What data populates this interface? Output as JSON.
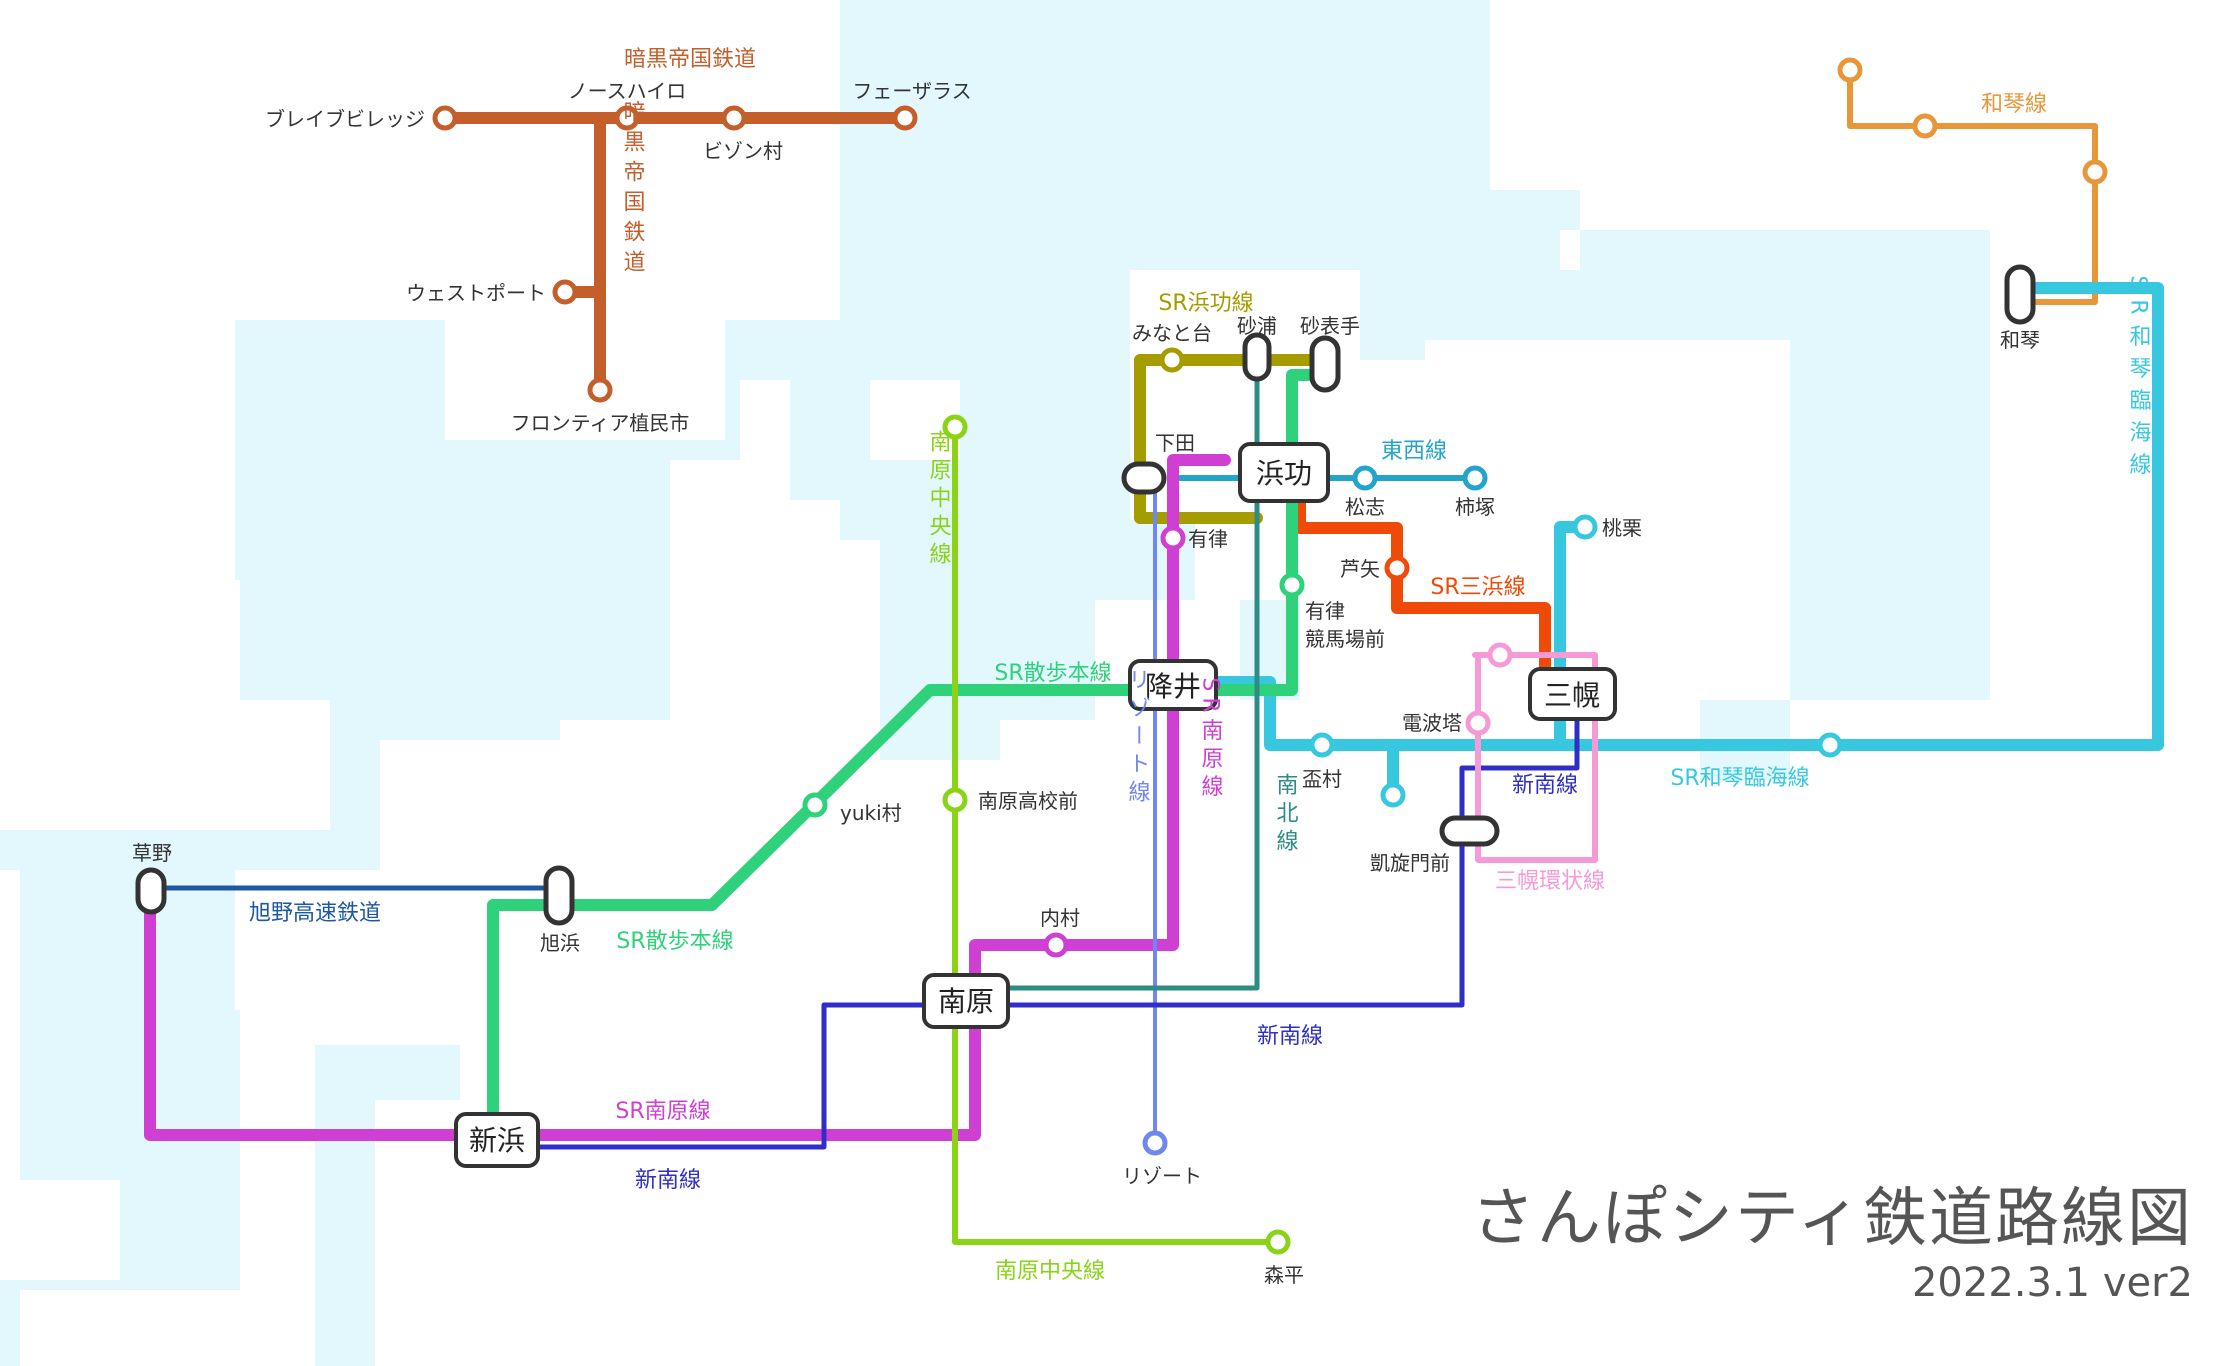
{
  "map_title": "さんぽシティ鉄道路線図",
  "version": "2022.3.1 ver2",
  "colors": {
    "water": "#e2f8fd",
    "land": "#ffffff",
    "dark_empire": "#c45f2c",
    "wakoto": "#e7963a",
    "wakoto_rinkai": "#37c8e0",
    "hamako": "#a59c00",
    "tozai": "#22a5c9",
    "sanhama": "#f04a08",
    "sanpo": "#2fd17a",
    "minamihara": "#cf3fd3",
    "minamihara_chuo": "#8ad317",
    "resort": "#6f87f0",
    "nanboku": "#2d8c86",
    "shinnan": "#2f2fc8",
    "kanjo": "#f59ad6",
    "asahino": "#1d58a2"
  },
  "lines": {
    "dark_empire": "暗黒帝国鉄道",
    "wakoto": "和琴線",
    "wakoto_rinkai": "SR和琴臨海線",
    "wakoto_rinkai_vertical": "SR和琴臨海線",
    "hamako": "SR浜功線",
    "tozai": "東西線",
    "sanhama": "SR三浜線",
    "sanpo": "SR散歩本線",
    "sanpo_2": "SR散歩本線",
    "minamihara": "SR南原線",
    "minamihara_vertical": "SR南原線",
    "minamihara_chuo": "南原中央線",
    "minamihara_chuo_vertical": "南原中央線",
    "resort": "リゾート線",
    "nanboku": "南北線",
    "shinnan": "新南線",
    "shinnan_2": "新南線",
    "shinnan_3": "新南線",
    "kanjo": "三幌環状線",
    "asahino": "旭野高速鉄道"
  },
  "stations": {
    "blave": "ブレイブビレッジ",
    "north_hairo": "ノースハイロ",
    "bizon": "ビゾン村",
    "phasers": "フェーザラス",
    "westport": "ウェストポート",
    "frontier": "フロンティア植民市",
    "wakoto": "和琴",
    "minatodai": "みなと台",
    "sunaura": "砂浦",
    "sunaomote": "砂表手",
    "shimoda": "下田",
    "hamako": "浜功",
    "matsushi": "松志",
    "kakizuka": "柿塚",
    "ashiya": "芦矢",
    "ariritsu": "有律",
    "ariritsu_keiba": "有律\n競馬場前",
    "furui": "降井",
    "sanpo_hokkai": "三幌",
    "tokuri": "桃栗",
    "denpato": "電波塔",
    "sakazukimura": "盃村",
    "gaisenmon": "凱旋門前",
    "yuki": "yuki村",
    "minamihara_koko": "南原高校前",
    "uchimura": "内村",
    "minamihara": "南原",
    "kusano": "草野",
    "asahama": "旭浜",
    "shinhama": "新浜",
    "resort": "リゾート",
    "morihira": "森平"
  }
}
